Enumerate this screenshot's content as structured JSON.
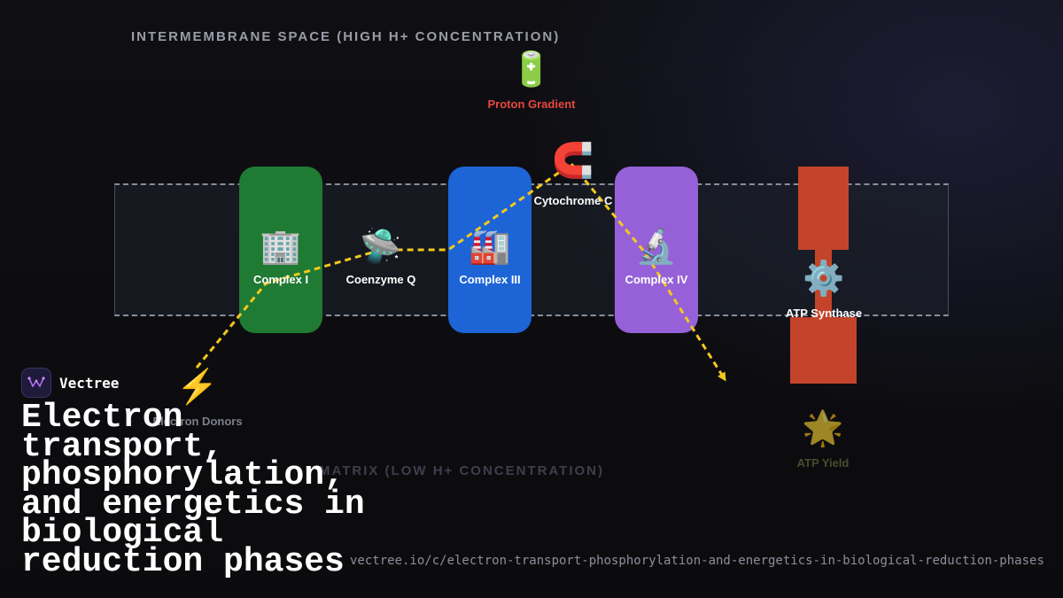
{
  "diagram": {
    "top_region_label": "INTERMEMBRANE SPACE (HIGH H+ CONCENTRATION)",
    "bottom_region_label": "MATRIX (LOW H+ CONCENTRATION)",
    "nodes": {
      "proton_gradient": {
        "label": "Proton Gradient",
        "icon": "battery-icon",
        "glyph": "🔋",
        "color": "#e8473f"
      },
      "complex_1": {
        "label": "Complex I",
        "icon": "office-building-icon",
        "glyph": "🏢",
        "color": "#1f7a33"
      },
      "coenzyme_q": {
        "label": "Coenzyme Q",
        "icon": "ufo-icon",
        "glyph": "🛸"
      },
      "complex_3": {
        "label": "Complex III",
        "icon": "factory-icon",
        "glyph": "🏭",
        "color": "#1d64d6"
      },
      "cytochrome_c": {
        "label": "Cytochrome C",
        "icon": "magnet-icon",
        "glyph": "🧲"
      },
      "complex_4": {
        "label": "Complex IV",
        "icon": "microscope-icon",
        "glyph": "🔬",
        "color": "#9661d8"
      },
      "atp_synthase": {
        "label": "ATP Synthase",
        "icon": "gear-icon",
        "glyph": "⚙️",
        "color": "#c3442a"
      },
      "electron_donors": {
        "label": "Electron Donors",
        "icon": "lightning-icon",
        "glyph": "⚡"
      },
      "atp_yield": {
        "label": "ATP Yield",
        "icon": "glowing-star-icon",
        "glyph": "🌟"
      }
    },
    "flow_color": "#f2c81e"
  },
  "brand": {
    "name": "Vectree"
  },
  "title": "Electron transport, phosphorylation, and energetics in biological reduction phases",
  "url": "vectree.io/c/electron-transport-phosphorylation-and-energetics-in-biological-reduction-phases"
}
